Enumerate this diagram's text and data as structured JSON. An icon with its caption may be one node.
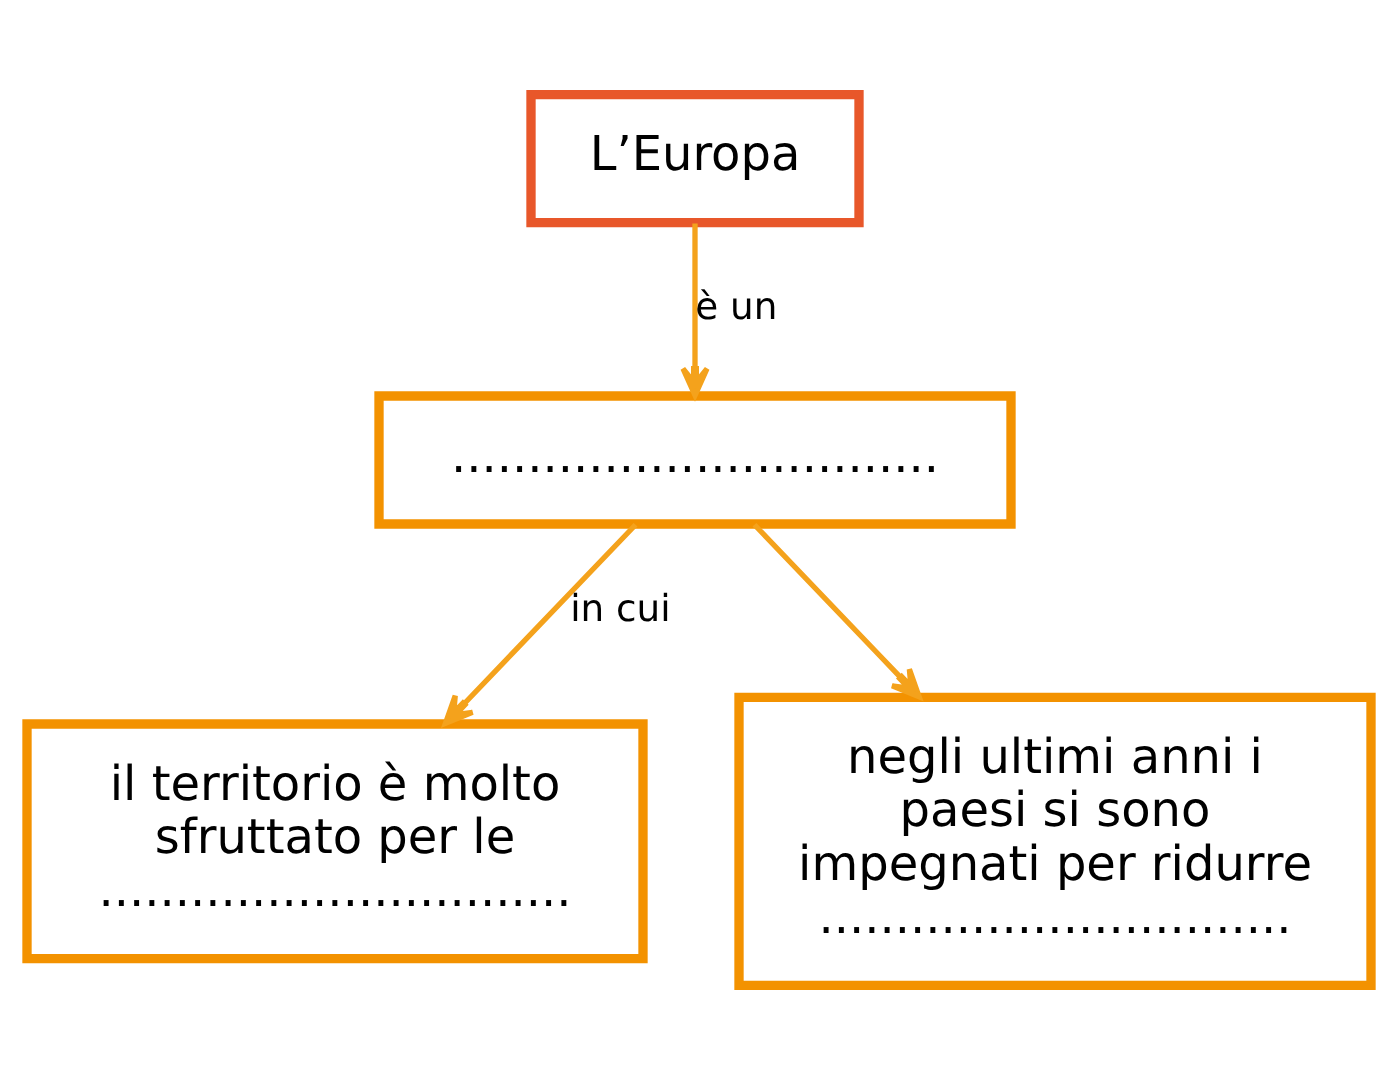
{
  "diagram": {
    "nodes": [
      {
        "text": [
          "L’Europa"
        ]
      },
      {
        "text": [
          "................................"
        ]
      },
      {
        "text": [
          "il territorio è molto sfruttato per le ..............................."
        ]
      },
      {
        "text": [
          "negli ultimi anni i paesi si sono impegnati per ridurre ..............................."
        ]
      }
    ],
    "edges": [
      {
        "from": 0,
        "to": 1,
        "arrow": "to",
        "label": "è un"
      },
      {
        "from": 1,
        "to": 2,
        "arrow": "to",
        "label": "in cui"
      },
      {
        "from": 1,
        "to": 3,
        "arrow": "to"
      }
    ]
  }
}
